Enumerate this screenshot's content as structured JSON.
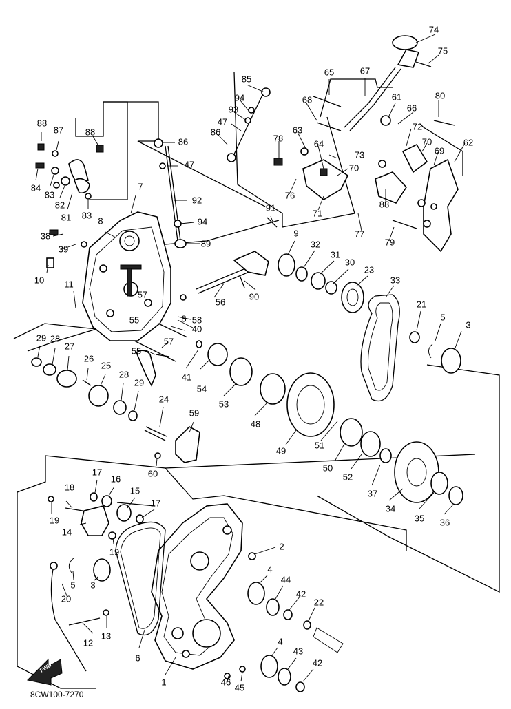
{
  "diagram_code": "8CW100-7270",
  "fwd_label": "FWD",
  "callouts": [
    "1",
    "2",
    "3",
    "3",
    "4",
    "4",
    "5",
    "5",
    "6",
    "7",
    "8",
    "8",
    "9",
    "10",
    "11",
    "12",
    "13",
    "14",
    "15",
    "16",
    "17",
    "17",
    "18",
    "19",
    "19",
    "20",
    "21",
    "22",
    "23",
    "24",
    "25",
    "26",
    "27",
    "28",
    "28",
    "29",
    "29",
    "30",
    "31",
    "32",
    "33",
    "34",
    "35",
    "36",
    "37",
    "38",
    "39",
    "40",
    "41",
    "42",
    "42",
    "43",
    "44",
    "45",
    "46",
    "47",
    "47",
    "48",
    "49",
    "50",
    "51",
    "52",
    "53",
    "54",
    "55",
    "55",
    "56",
    "57",
    "57",
    "58",
    "59",
    "60",
    "61",
    "62",
    "63",
    "64",
    "65",
    "66",
    "67",
    "68",
    "69",
    "70",
    "70",
    "71",
    "72",
    "73",
    "74",
    "75",
    "76",
    "77",
    "78",
    "79",
    "80",
    "81",
    "82",
    "83",
    "83",
    "84",
    "85",
    "86",
    "86",
    "87",
    "88",
    "88",
    "88",
    "89",
    "90",
    "91",
    "92",
    "93",
    "94",
    "94"
  ]
}
